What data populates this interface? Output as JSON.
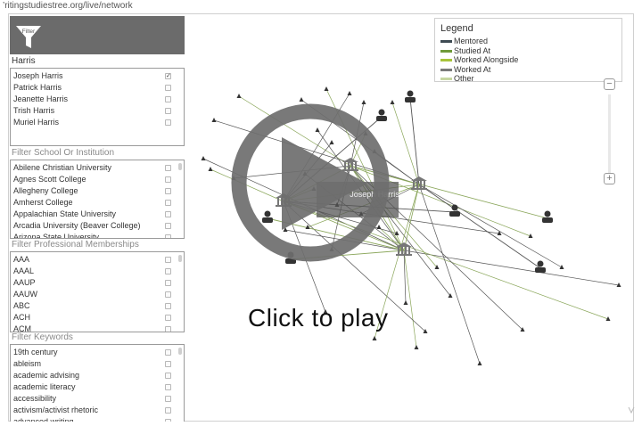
{
  "browser": {
    "url": "’ritingstudiestree.org/live/network"
  },
  "sidebar": {
    "filter_icon_label": "Filter",
    "search_value": "Harris",
    "people": [
      {
        "label": "Joseph Harris",
        "checked": true
      },
      {
        "label": "Patrick Harris",
        "checked": false
      },
      {
        "label": "Jeanette Harris",
        "checked": false
      },
      {
        "label": "Trish Harris",
        "checked": false
      },
      {
        "label": "Muriel Harris",
        "checked": false
      }
    ],
    "school_placeholder": "Filter School Or Institution",
    "schools": [
      "Abilene Christian University",
      "Agnes Scott College",
      "Allegheny College",
      "Amherst College",
      "Appalachian State University",
      "Arcadia University (Beaver College)",
      "Arizona State University"
    ],
    "membership_placeholder": "Filter Professional Memberships",
    "memberships": [
      "AAA",
      "AAAL",
      "AAUP",
      "AAUW",
      "ABC",
      "ACH",
      "ACM"
    ],
    "keyword_placeholder": "Filter Keywords",
    "keywords": [
      "19th century",
      "ableism",
      "academic advising",
      "academic literacy",
      "accessibility",
      "activism/activist rhetoric",
      "advanced writing"
    ]
  },
  "legend": {
    "title": "Legend",
    "items": [
      {
        "label": "Mentored",
        "color": "#3d4a52"
      },
      {
        "label": "Studied At",
        "color": "#6f9a3a"
      },
      {
        "label": "Worked Alongside",
        "color": "#a8c43a"
      },
      {
        "label": "Worked At",
        "color": "#7a7a7a"
      },
      {
        "label": "Other",
        "color": "#c6d6a2"
      }
    ]
  },
  "graph": {
    "node_label": "Joseph Harris",
    "play_overlay": "Click to play"
  },
  "zoom": {
    "in_label": "−",
    "out_label": "+"
  },
  "colors": {
    "header_bg": "#6b6b6b",
    "edge_dark": "#555555",
    "edge_green": "#8aa65a",
    "overlay": "#6e6e6e"
  }
}
